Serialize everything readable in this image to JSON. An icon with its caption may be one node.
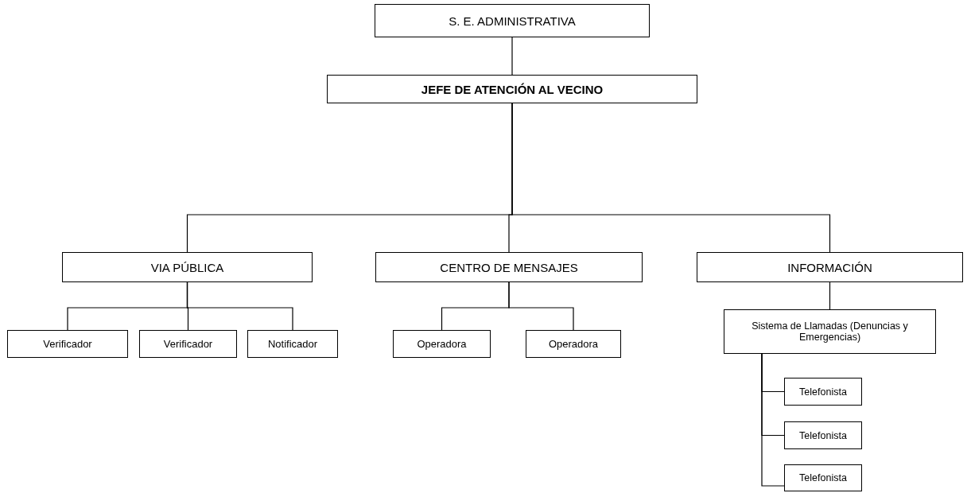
{
  "diagram": {
    "nodes": [
      {
        "text": [
          "S. E. ADMINISTRATIVA"
        ]
      },
      {
        "text": [
          "JEFE DE ATENCIÓN AL VECINO"
        ]
      },
      {
        "text": [
          "VIA PÚBLICA"
        ]
      },
      {
        "text": [
          "CENTRO DE MENSAJES"
        ]
      },
      {
        "text": [
          "INFORMACIÓN"
        ]
      },
      {
        "text": [
          "Verificador"
        ]
      },
      {
        "text": [
          "Verificador"
        ]
      },
      {
        "text": [
          "Notificador"
        ]
      },
      {
        "text": [
          "Operadora"
        ]
      },
      {
        "text": [
          "Operadora"
        ]
      },
      {
        "text": [
          "Sistema de Llamadas (Denuncias y Emergencias)"
        ]
      },
      {
        "text": [
          "Telefonista"
        ]
      },
      {
        "text": [
          "Telefonista"
        ]
      },
      {
        "text": [
          "Telefonista"
        ]
      }
    ],
    "edges": [
      {
        "from": 0,
        "to": 1,
        "arrow": "none"
      },
      {
        "from": 1,
        "to": 2,
        "arrow": "none"
      },
      {
        "from": 1,
        "to": 3,
        "arrow": "none"
      },
      {
        "from": 1,
        "to": 4,
        "arrow": "none"
      },
      {
        "from": 2,
        "to": 5,
        "arrow": "none"
      },
      {
        "from": 2,
        "to": 6,
        "arrow": "none"
      },
      {
        "from": 2,
        "to": 7,
        "arrow": "none"
      },
      {
        "from": 3,
        "to": 8,
        "arrow": "none"
      },
      {
        "from": 3,
        "to": 9,
        "arrow": "none"
      },
      {
        "from": 4,
        "to": 10,
        "arrow": "none"
      },
      {
        "from": 10,
        "to": 11,
        "arrow": "none"
      },
      {
        "from": 10,
        "to": 12,
        "arrow": "none"
      },
      {
        "from": 10,
        "to": 13,
        "arrow": "none"
      }
    ]
  }
}
